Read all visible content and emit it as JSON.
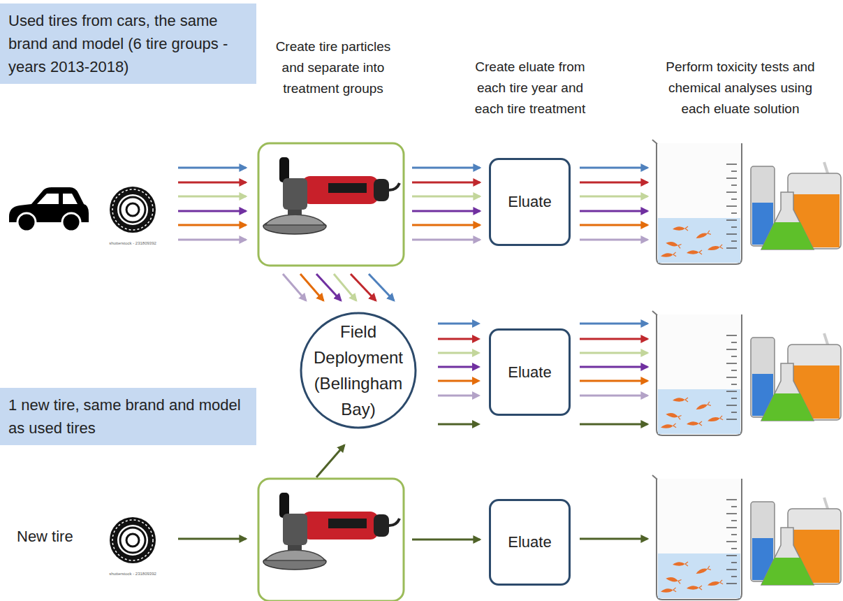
{
  "diagram": {
    "nodes": [
      {
        "text": [
          "Used tires from cars, the same brand and model (6 tire groups - years 2013-2018)"
        ]
      },
      {
        "text": [
          "Eluate"
        ]
      },
      {
        "text": [
          "Field Deployment (Bellingham Bay)"
        ]
      },
      {
        "text": [
          "Eluate"
        ]
      },
      {
        "text": [
          "1 new tire, same brand and model as used tires"
        ]
      },
      {
        "text": [
          "Eluate"
        ]
      }
    ],
    "edges": [
      {
        "from": 2,
        "to": 3,
        "arrow": "to"
      },
      {
        "from": 2,
        "to": 3,
        "arrow": "to"
      },
      {
        "from": 2,
        "to": 3,
        "arrow": "to"
      },
      {
        "from": 2,
        "to": 3,
        "arrow": "to"
      },
      {
        "from": 2,
        "to": 3,
        "arrow": "to"
      },
      {
        "from": 2,
        "to": 3,
        "arrow": "to"
      },
      {
        "from": 2,
        "to": 3,
        "arrow": "to"
      }
    ],
    "labels": [
      "Create tire particles and separate into treatment groups",
      "Create eluate from each tire year and each tire treatment",
      "Perform toxicity tests and chemical analyses using each eluate solution",
      "shutterstock - 231809392",
      "New tire",
      "shutterstock - 231809392"
    ]
  }
}
